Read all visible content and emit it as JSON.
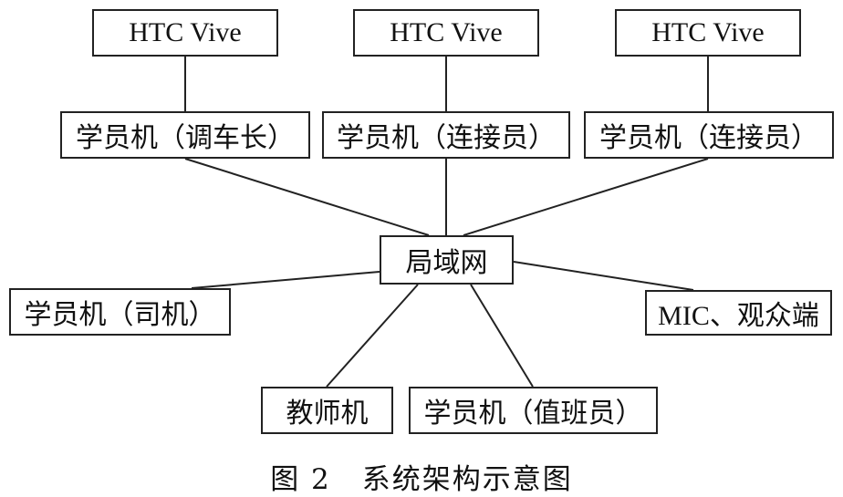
{
  "diagram": {
    "nodes": {
      "vive1": "HTC Vive",
      "vive2": "HTC Vive",
      "vive3": "HTC Vive",
      "student_captain": "学员机（调车长）",
      "student_connector1": "学员机（连接员）",
      "student_connector2": "学员机（连接员）",
      "lan": "局域网",
      "student_driver": "学员机（司机）",
      "mic_audience": "MIC、观众端",
      "teacher": "教师机",
      "student_duty": "学员机（值班员）"
    },
    "caption": {
      "figure_label": "图 2",
      "title": "系统架构示意图"
    }
  }
}
